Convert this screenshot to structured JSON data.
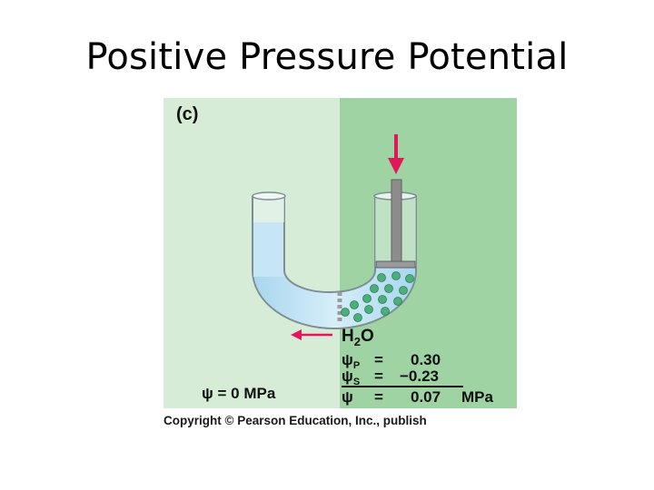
{
  "slide": {
    "title": "Positive Pressure Potential"
  },
  "figure": {
    "panel_label": "(c)",
    "water_label_main": "H",
    "water_label_sub": "2",
    "water_label_end": "O",
    "left_potential": "ψ = 0 MPa",
    "equations": [
      {
        "symbol": "ψ",
        "subscript": "P",
        "eq": "=",
        "value": "0.30",
        "unit": ""
      },
      {
        "symbol": "ψ",
        "subscript": "S",
        "eq": "=",
        "value": "−0.23",
        "unit": ""
      },
      {
        "symbol": "ψ",
        "subscript": "",
        "eq": "=",
        "value": "0.07",
        "unit": "MPa"
      }
    ],
    "copyright": "Copyright © Pearson Education, Inc., publish",
    "colors": {
      "left_bg": "#d6ecd7",
      "right_bg": "#9fd3a4",
      "water": "#c6e6f5",
      "solute": "#4cae7a",
      "arrow": "#e0185a",
      "piston": "#8c8c8c"
    }
  }
}
